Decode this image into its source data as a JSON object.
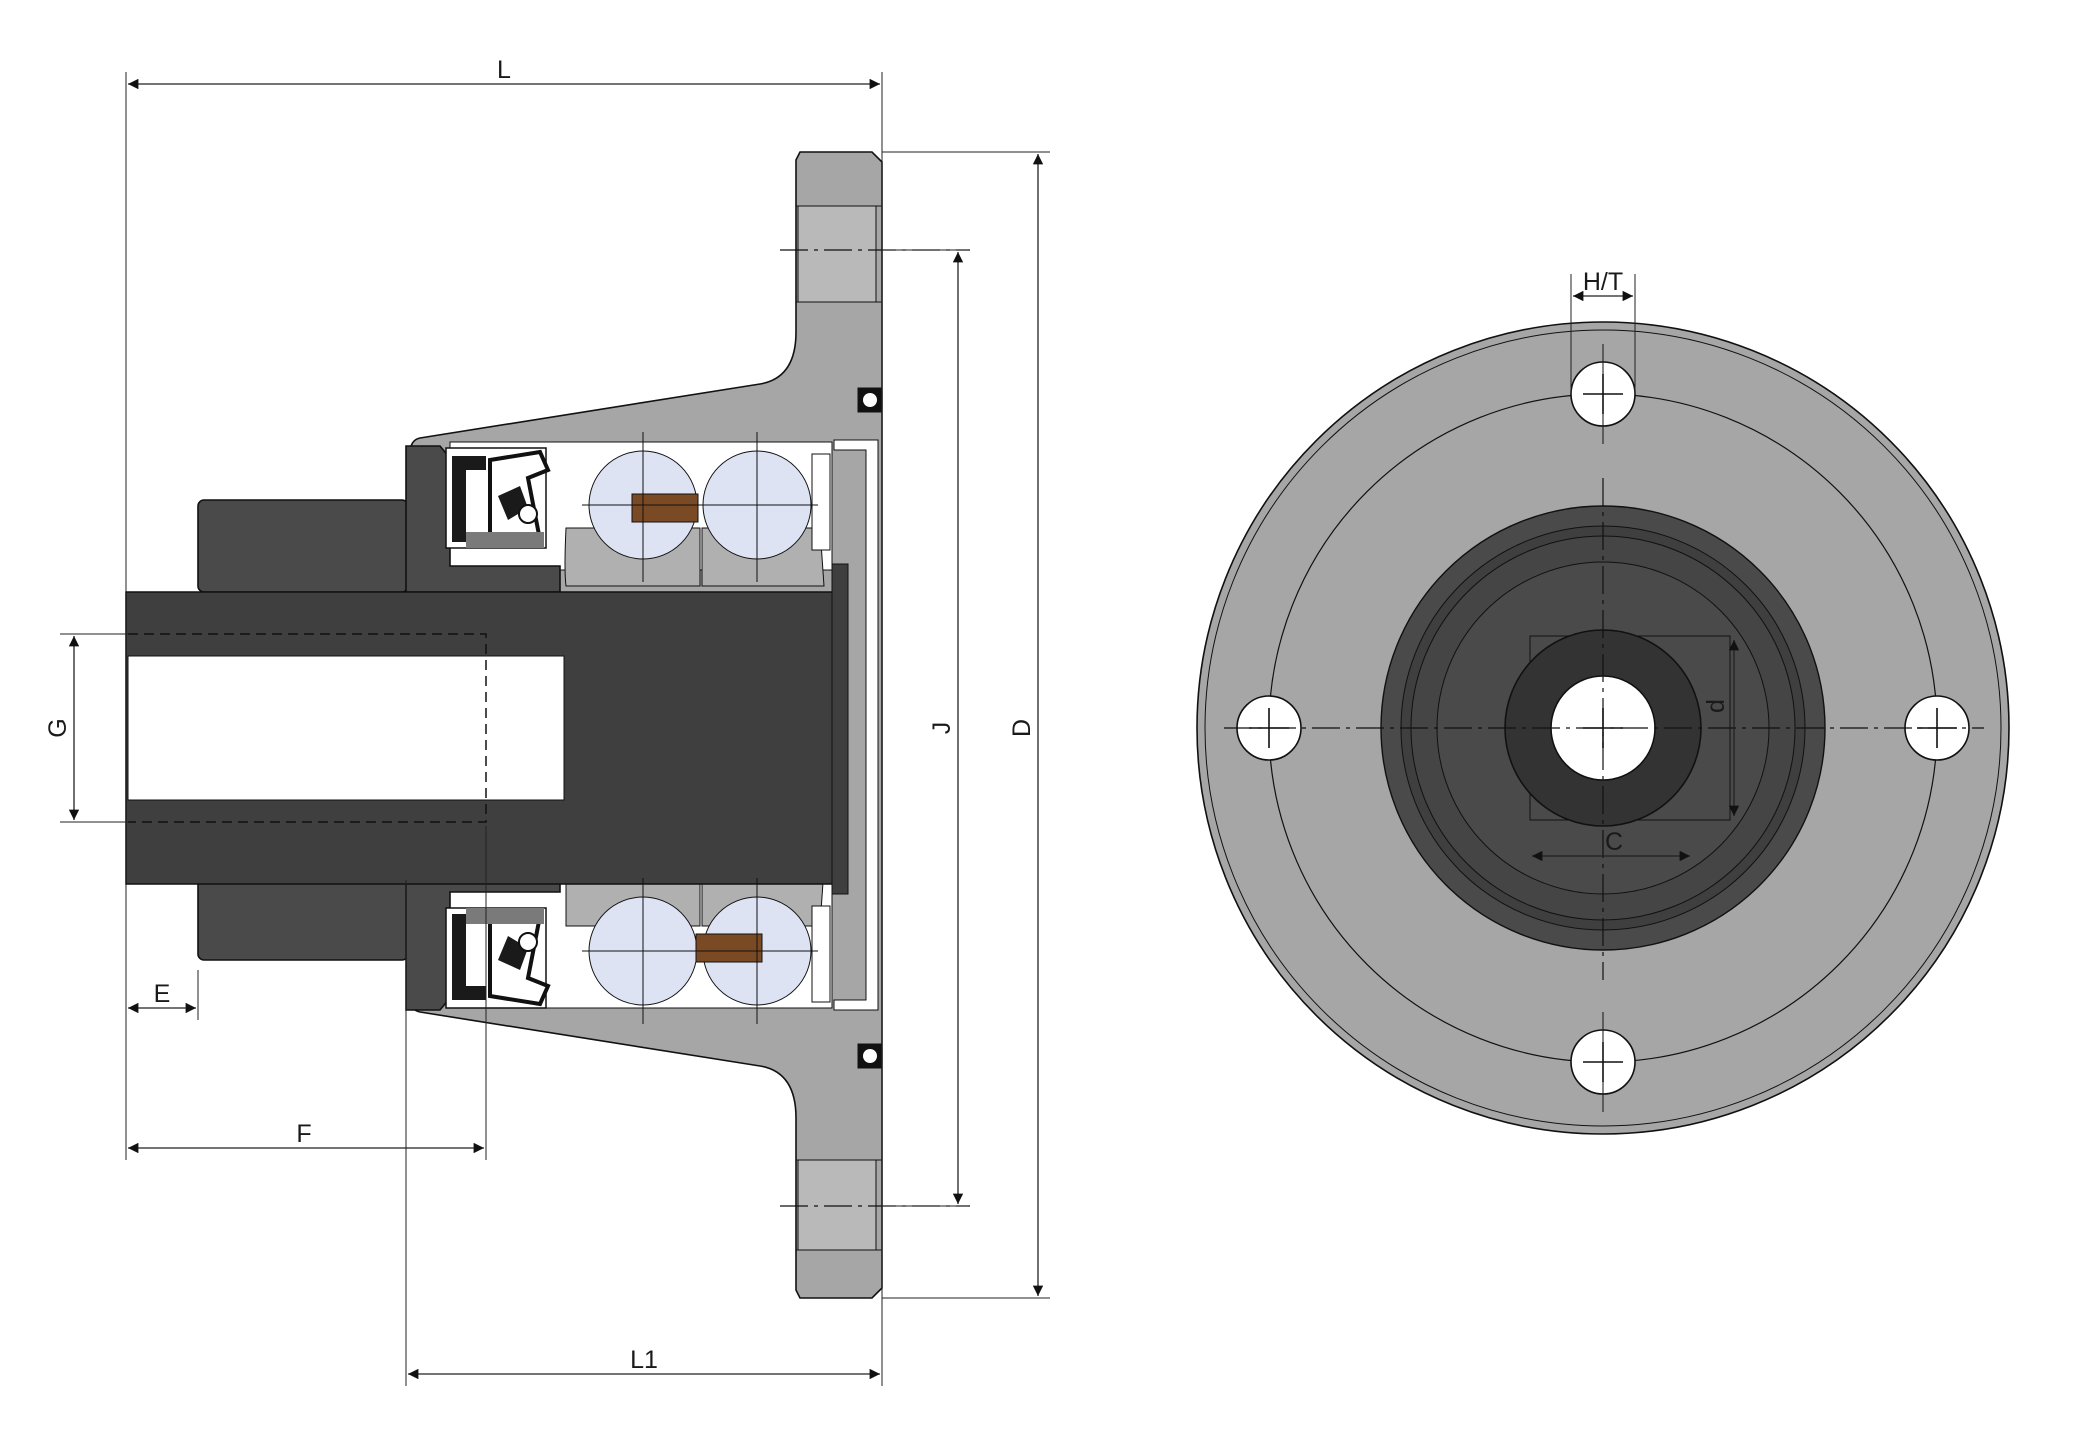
{
  "dimensions": {
    "L": "L",
    "L1": "L1",
    "D": "D",
    "J": "J",
    "G": "G",
    "E": "E",
    "F": "F",
    "HT": "H/T",
    "d": "d",
    "C": "C"
  },
  "colors": {
    "housing": "#a6a6a6",
    "shaft": "#3f3f3f",
    "sleeve": "#4a4a4a",
    "ball": "#dde3f3",
    "key": "#7a4a24",
    "seal": "#1a1a1a",
    "line": "#111111"
  }
}
